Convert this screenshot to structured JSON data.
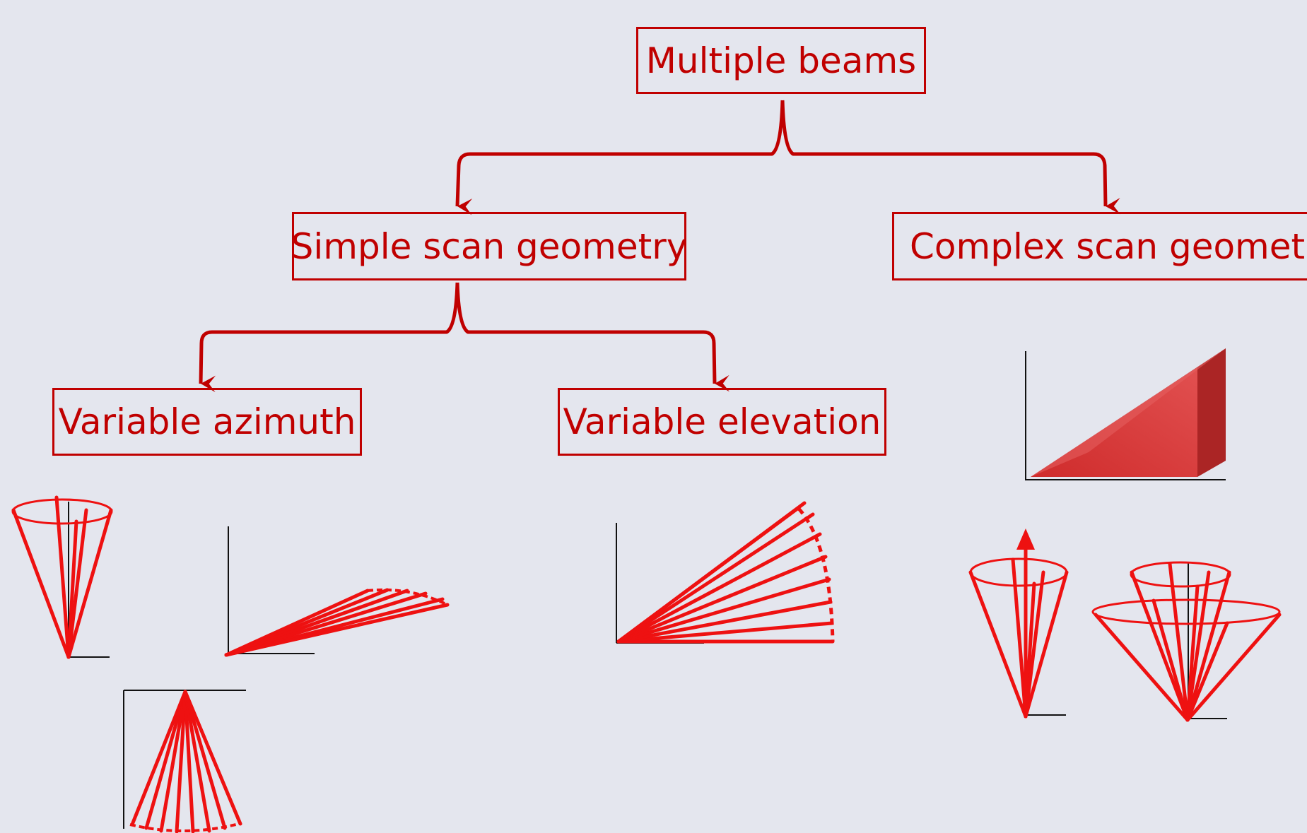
{
  "diagram": {
    "root": {
      "label": "Multiple beams"
    },
    "simple": {
      "label": "Simple scan geometry"
    },
    "complex": {
      "label": "Complex scan geometry"
    },
    "azimuth": {
      "label": "Variable azimuth"
    },
    "elevation": {
      "label": "Variable elevation"
    }
  },
  "colors": {
    "accent": "#c00000",
    "beam": "#ee1111",
    "axis": "#111111",
    "background": "#e4e6ee",
    "solid_front": "#d83838",
    "solid_side": "#a92020"
  },
  "icons": [
    "brace-arrow-icon",
    "cone-beam-icon",
    "fan-beam-icon",
    "wedge-volume-icon",
    "arrow-up-icon"
  ]
}
